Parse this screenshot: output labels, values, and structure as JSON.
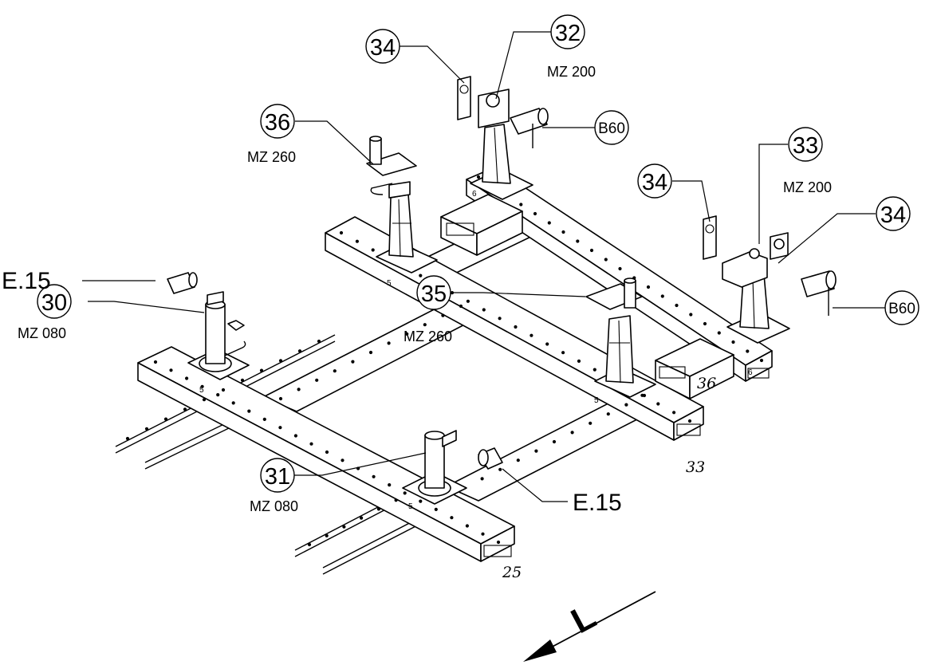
{
  "callouts": {
    "c34a": "34",
    "c32": "32",
    "c36": "36",
    "cB60a": "B60",
    "c33": "33",
    "c34b": "34",
    "c34c": "34",
    "cB60b": "B60",
    "c35": "35",
    "c30": "30",
    "c31": "31"
  },
  "codes": {
    "mz200a": "MZ 200",
    "mz260a": "MZ 260",
    "mz200b": "MZ 200",
    "mz260b": "MZ 260",
    "mz080a": "MZ 080",
    "mz080b": "MZ 080"
  },
  "refs": {
    "e15a": "E.15",
    "e15b": "E.15"
  },
  "handwritten": {
    "h36": "36",
    "h33": "33",
    "h25": "25"
  },
  "rail_marks": {
    "m5a": "5",
    "m5b": "5",
    "m5c": "5",
    "m5d": "5",
    "m6a": "6",
    "m6b": "6"
  },
  "direction_label": "L"
}
